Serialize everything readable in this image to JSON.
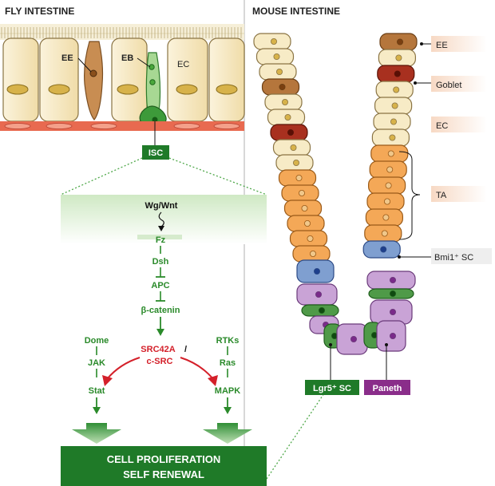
{
  "fly": {
    "title": "FLY INTESTINE",
    "labels": {
      "ee": "EE",
      "eb": "EB",
      "ec": "EC",
      "isc": "ISC"
    }
  },
  "mouse": {
    "title": "MOUSE INTESTINE",
    "labels": {
      "ee": "EE",
      "goblet": "Goblet",
      "ec": "EC",
      "ta": "TA",
      "bmi1": "Bmi1⁺ SC",
      "lgr5": "Lgr5⁺ SC",
      "paneth": "Paneth"
    }
  },
  "pathway": {
    "wg": "Wg/Wnt",
    "fz": "Fz",
    "dsh": "Dsh",
    "apc": "APC",
    "bcat": "β-catenin",
    "dome": "Dome",
    "jak": "JAK",
    "stat": "Stat",
    "rtks": "RTKs",
    "ras": "Ras",
    "mapk": "MAPK",
    "src42a": "SRC42A",
    "slash": "/",
    "csrc": "c-SRC"
  },
  "outcome": {
    "line1": "CELL PROLIFERATION",
    "line2": "SELF RENEWAL"
  },
  "colors": {
    "green": "#2a8a2a",
    "dark_green": "#1f7a28",
    "red": "#d4202a",
    "ec_cream": "#f7ebc6",
    "ta_orange": "#f4a857",
    "goblet": "#a8301f",
    "ee_brown": "#b5763c",
    "paneth": "#c9a3d6",
    "bmi1": "#7f9fd0",
    "lgr5": "#4f9a48"
  }
}
